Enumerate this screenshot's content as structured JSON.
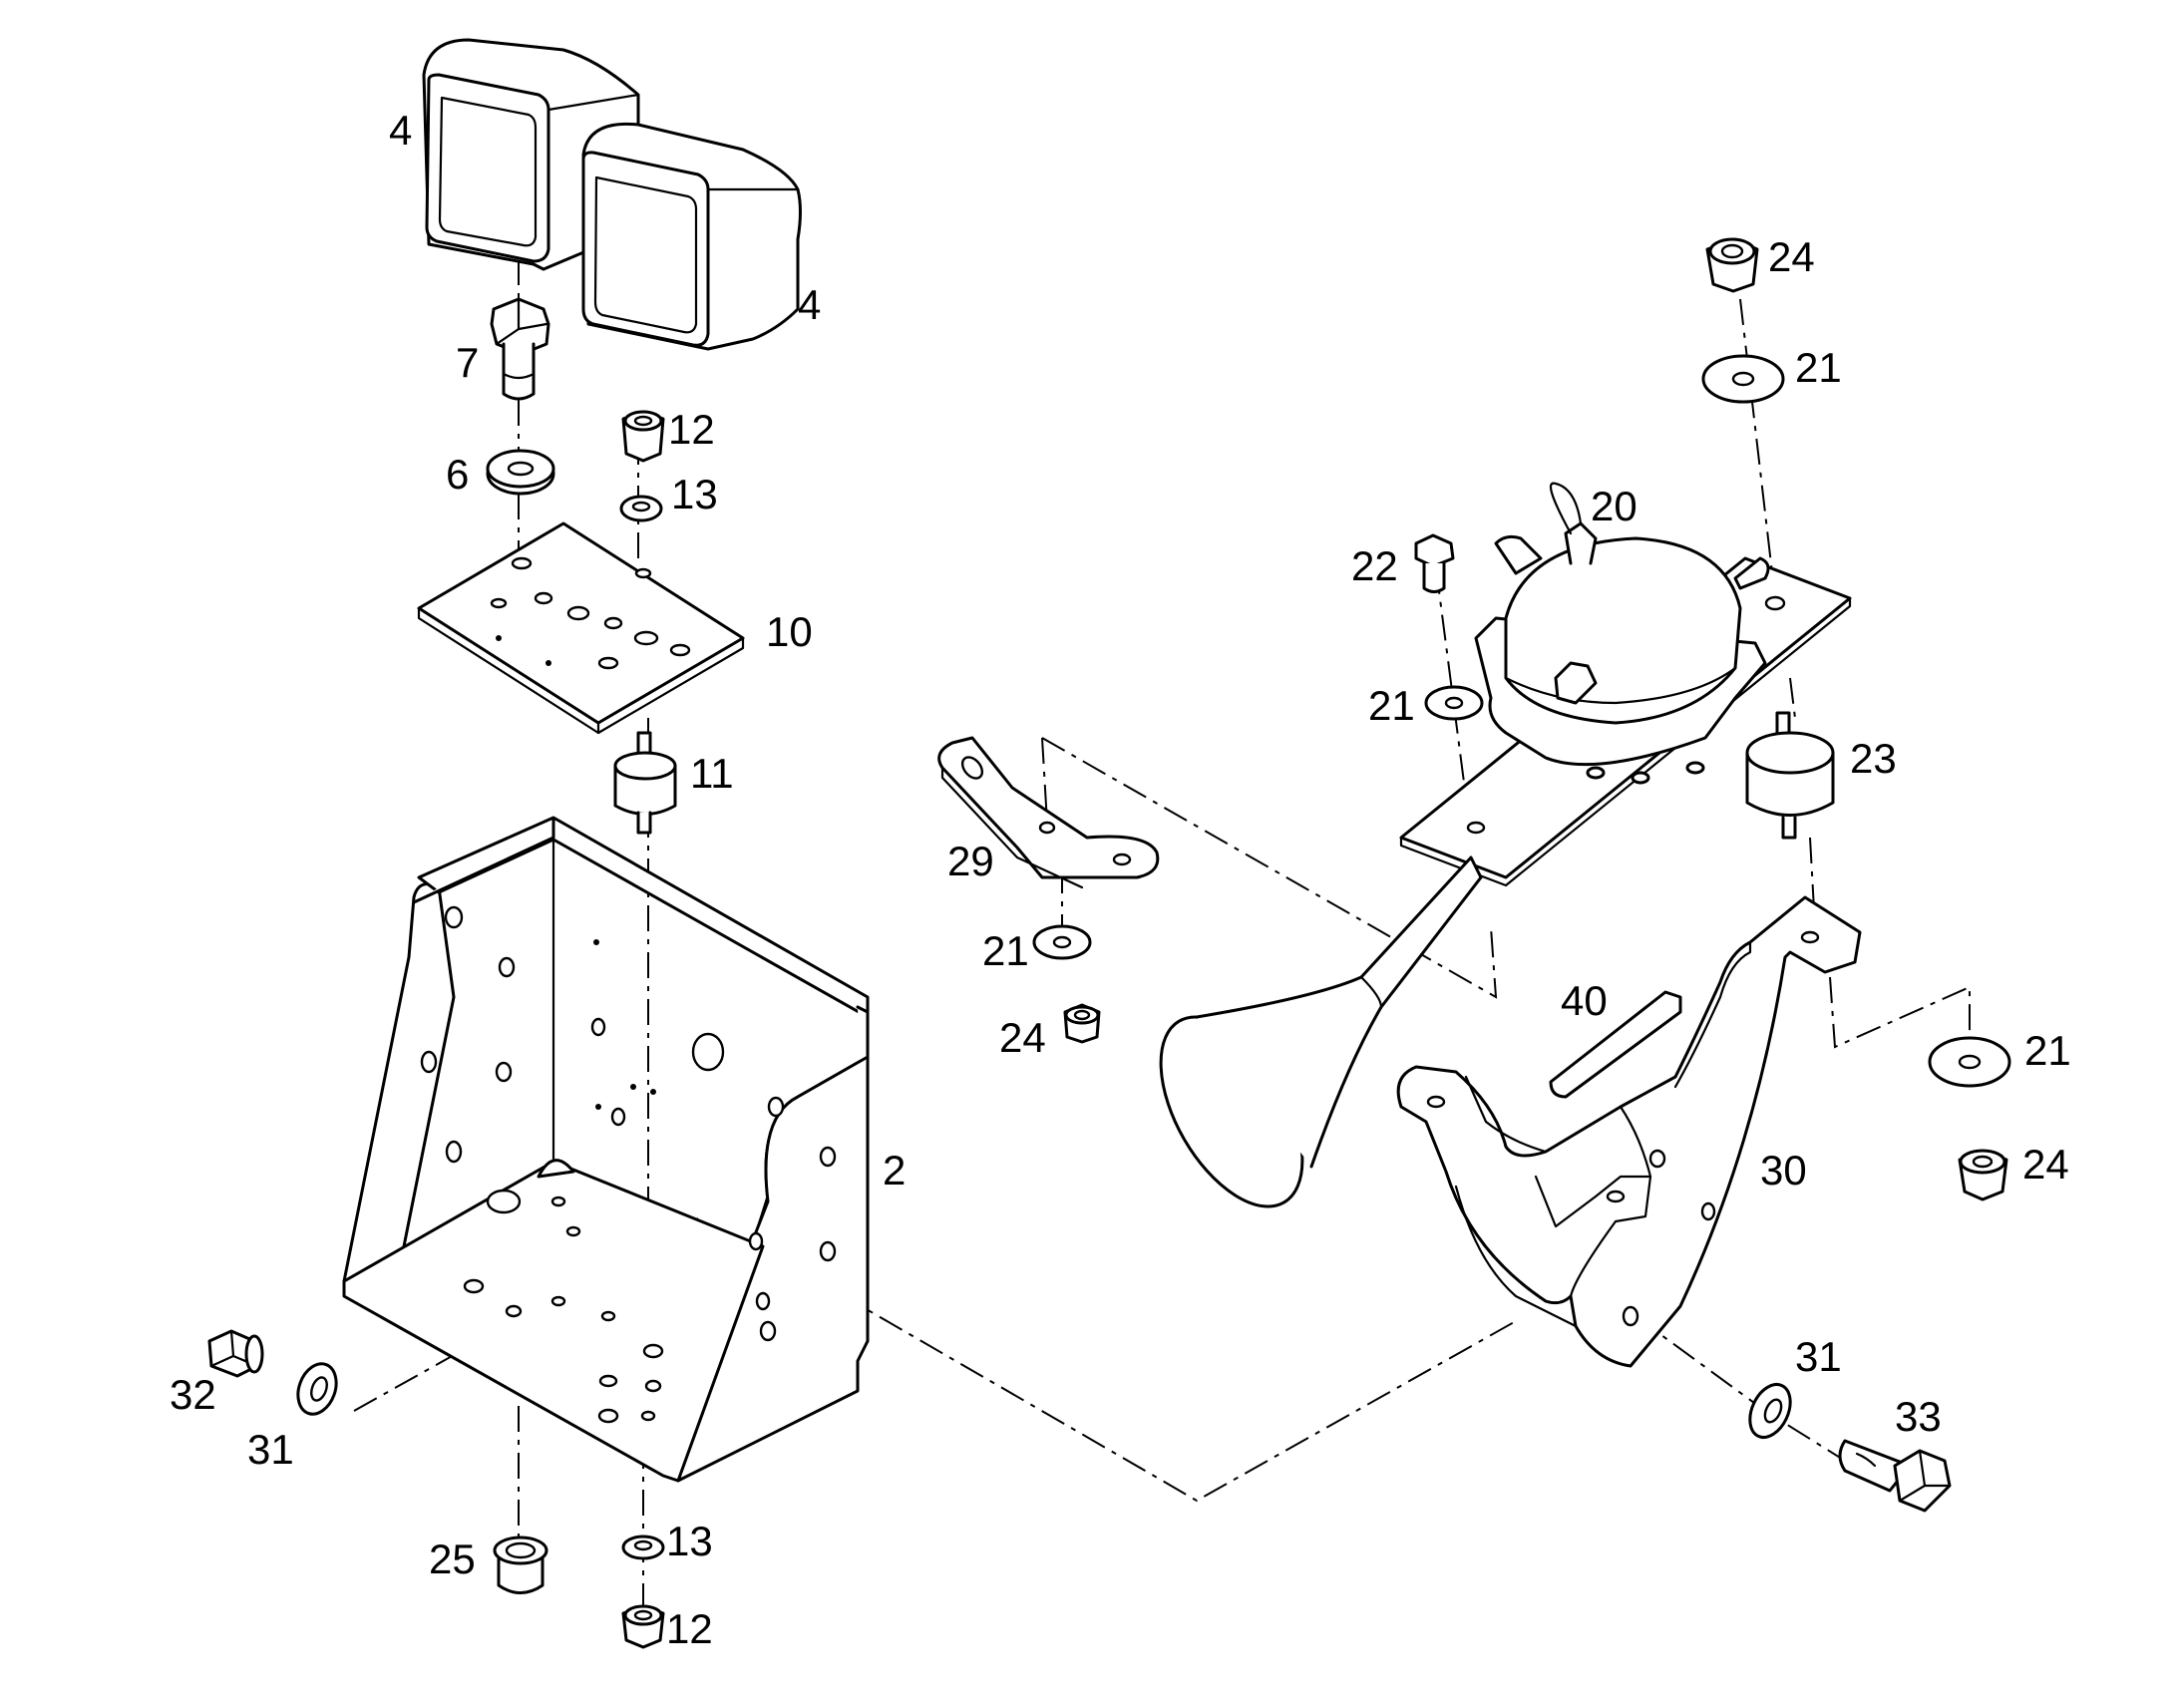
{
  "diagram": {
    "colors": {
      "line": "#000000",
      "background": "#ffffff"
    },
    "callouts": {
      "p4a": "4",
      "p4b": "4",
      "p7": "7",
      "p6": "6",
      "p12a": "12",
      "p13a": "13",
      "p10": "10",
      "p11": "11",
      "p2": "2",
      "p32": "32",
      "p31a": "31",
      "p25": "25",
      "p13b": "13",
      "p12b": "12",
      "p24a": "24",
      "p21a": "21",
      "p20": "20",
      "p22": "22",
      "p21b": "21",
      "p23": "23",
      "p29": "29",
      "p21c": "21",
      "p24b": "24",
      "p40": "40",
      "p21d": "21",
      "p24c": "24",
      "p30": "30",
      "p31b": "31",
      "p33": "33"
    }
  }
}
